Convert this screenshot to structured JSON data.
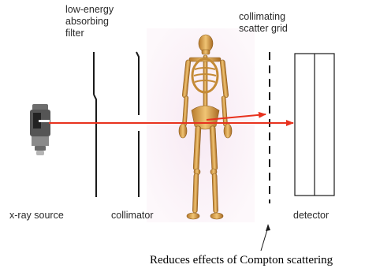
{
  "labels": {
    "filter_line1": "low-energy",
    "filter_line2": "absorbing",
    "filter_line3": "filter",
    "grid_line1": "collimating",
    "grid_line2": "scatter grid",
    "source": "x-ray source",
    "collimator": "collimator",
    "detector": "detector"
  },
  "caption": "Reduces effects of Compton scattering",
  "colors": {
    "beam": "#e8321e",
    "bone": "#d9a04a",
    "bone_dark": "#8a5a1c",
    "body_glow": "#f4e6f0",
    "lines": "#1a1a1a"
  },
  "icons": {
    "source": "xray-tube-icon",
    "skeleton": "skeleton-figure"
  }
}
